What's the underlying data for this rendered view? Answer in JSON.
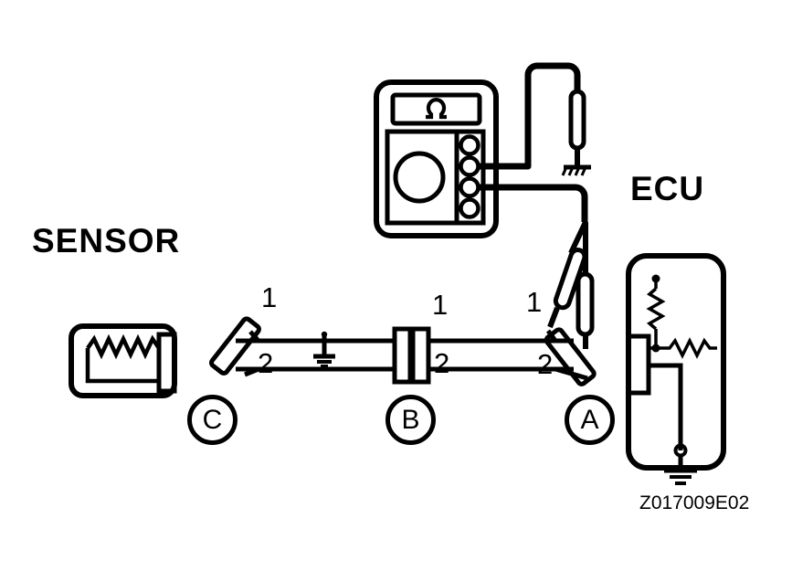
{
  "diagram": {
    "title_sensor": "SENSOR",
    "title_ecu": "ECU",
    "part_number": "Z017009E02",
    "meter": {
      "display_symbol": "Ω",
      "jack_count": 4
    },
    "connectors": [
      {
        "ref": "C",
        "pin_top": "1",
        "pin_bottom": "2"
      },
      {
        "ref": "B",
        "pin_top": "1",
        "pin_bottom": "2"
      },
      {
        "ref": "A",
        "pin_top": "1",
        "pin_bottom": "2"
      }
    ],
    "pin_labels": {
      "c_top": "1",
      "c_bottom": "2",
      "b_top": "1",
      "b_bottom": "2",
      "a_top": "1",
      "a_bottom": "2"
    },
    "refs": {
      "c": "C",
      "b": "B",
      "a": "A"
    },
    "colors": {
      "ink": "#000000",
      "paper": "#ffffff"
    }
  }
}
